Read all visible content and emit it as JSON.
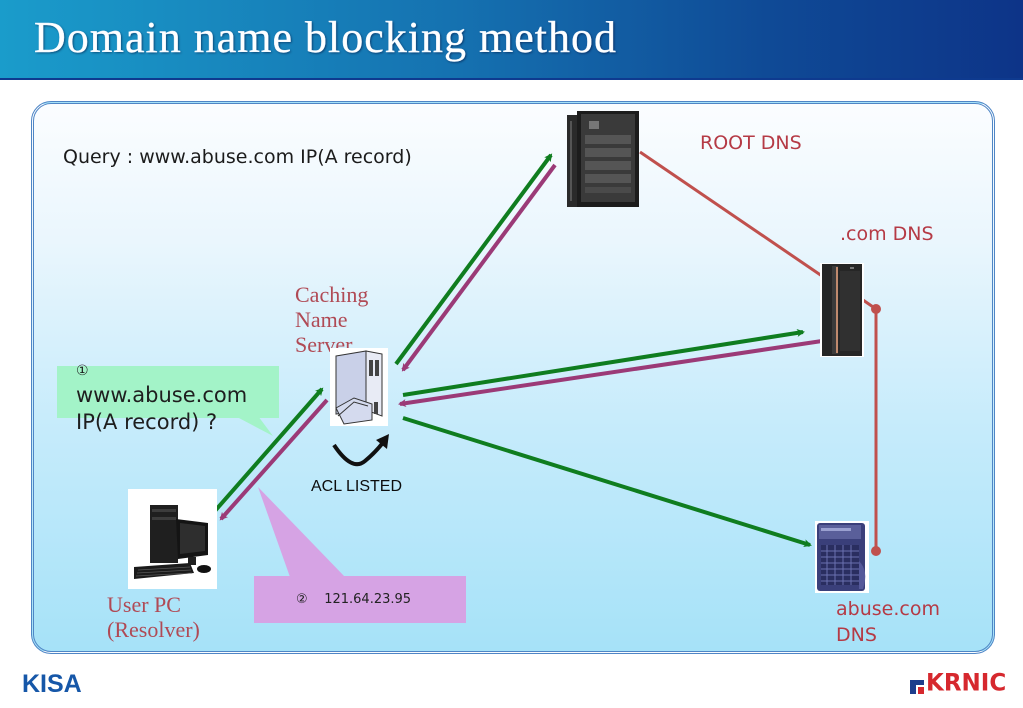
{
  "slide": {
    "title": "Domain name blocking method"
  },
  "diagram": {
    "query_text": "Query : www.abuse.com IP(A record)",
    "nodes": {
      "root_dns": {
        "label": "ROOT DNS",
        "icon": "rack-server-icon"
      },
      "com_dns": {
        "label": ".com DNS",
        "icon": "tower-server-icon"
      },
      "abuse_dns": {
        "label_line1": "abuse.com",
        "label_line2": "DNS",
        "icon": "server-icon"
      },
      "caching_server": {
        "label_line1": "Caching",
        "label_line2": "Name",
        "label_line3": "Server",
        "icon": "caching-server-icon"
      },
      "user_pc": {
        "label_line1": "User PC",
        "label_line2": "(Resolver)",
        "icon": "desktop-computer-icon"
      }
    },
    "callout_query": {
      "step": "①",
      "line1": "www.abuse.com",
      "line2": "IP(A record) ?"
    },
    "callout_answer": {
      "step": "②",
      "text": "121.64.23.95"
    },
    "acl_label": "ACL LISTED",
    "colors": {
      "request_arrow": "#0f7d1f",
      "response_arrow": "#9b3a77",
      "hierarchy_line": "#c0504d",
      "node_label": "#b04a55",
      "callout_query_bg": "#a3f3c8",
      "callout_answer_bg": "#d6a3e4"
    }
  },
  "footer": {
    "logo_left": "KISA",
    "logo_right": "KRNIC"
  }
}
